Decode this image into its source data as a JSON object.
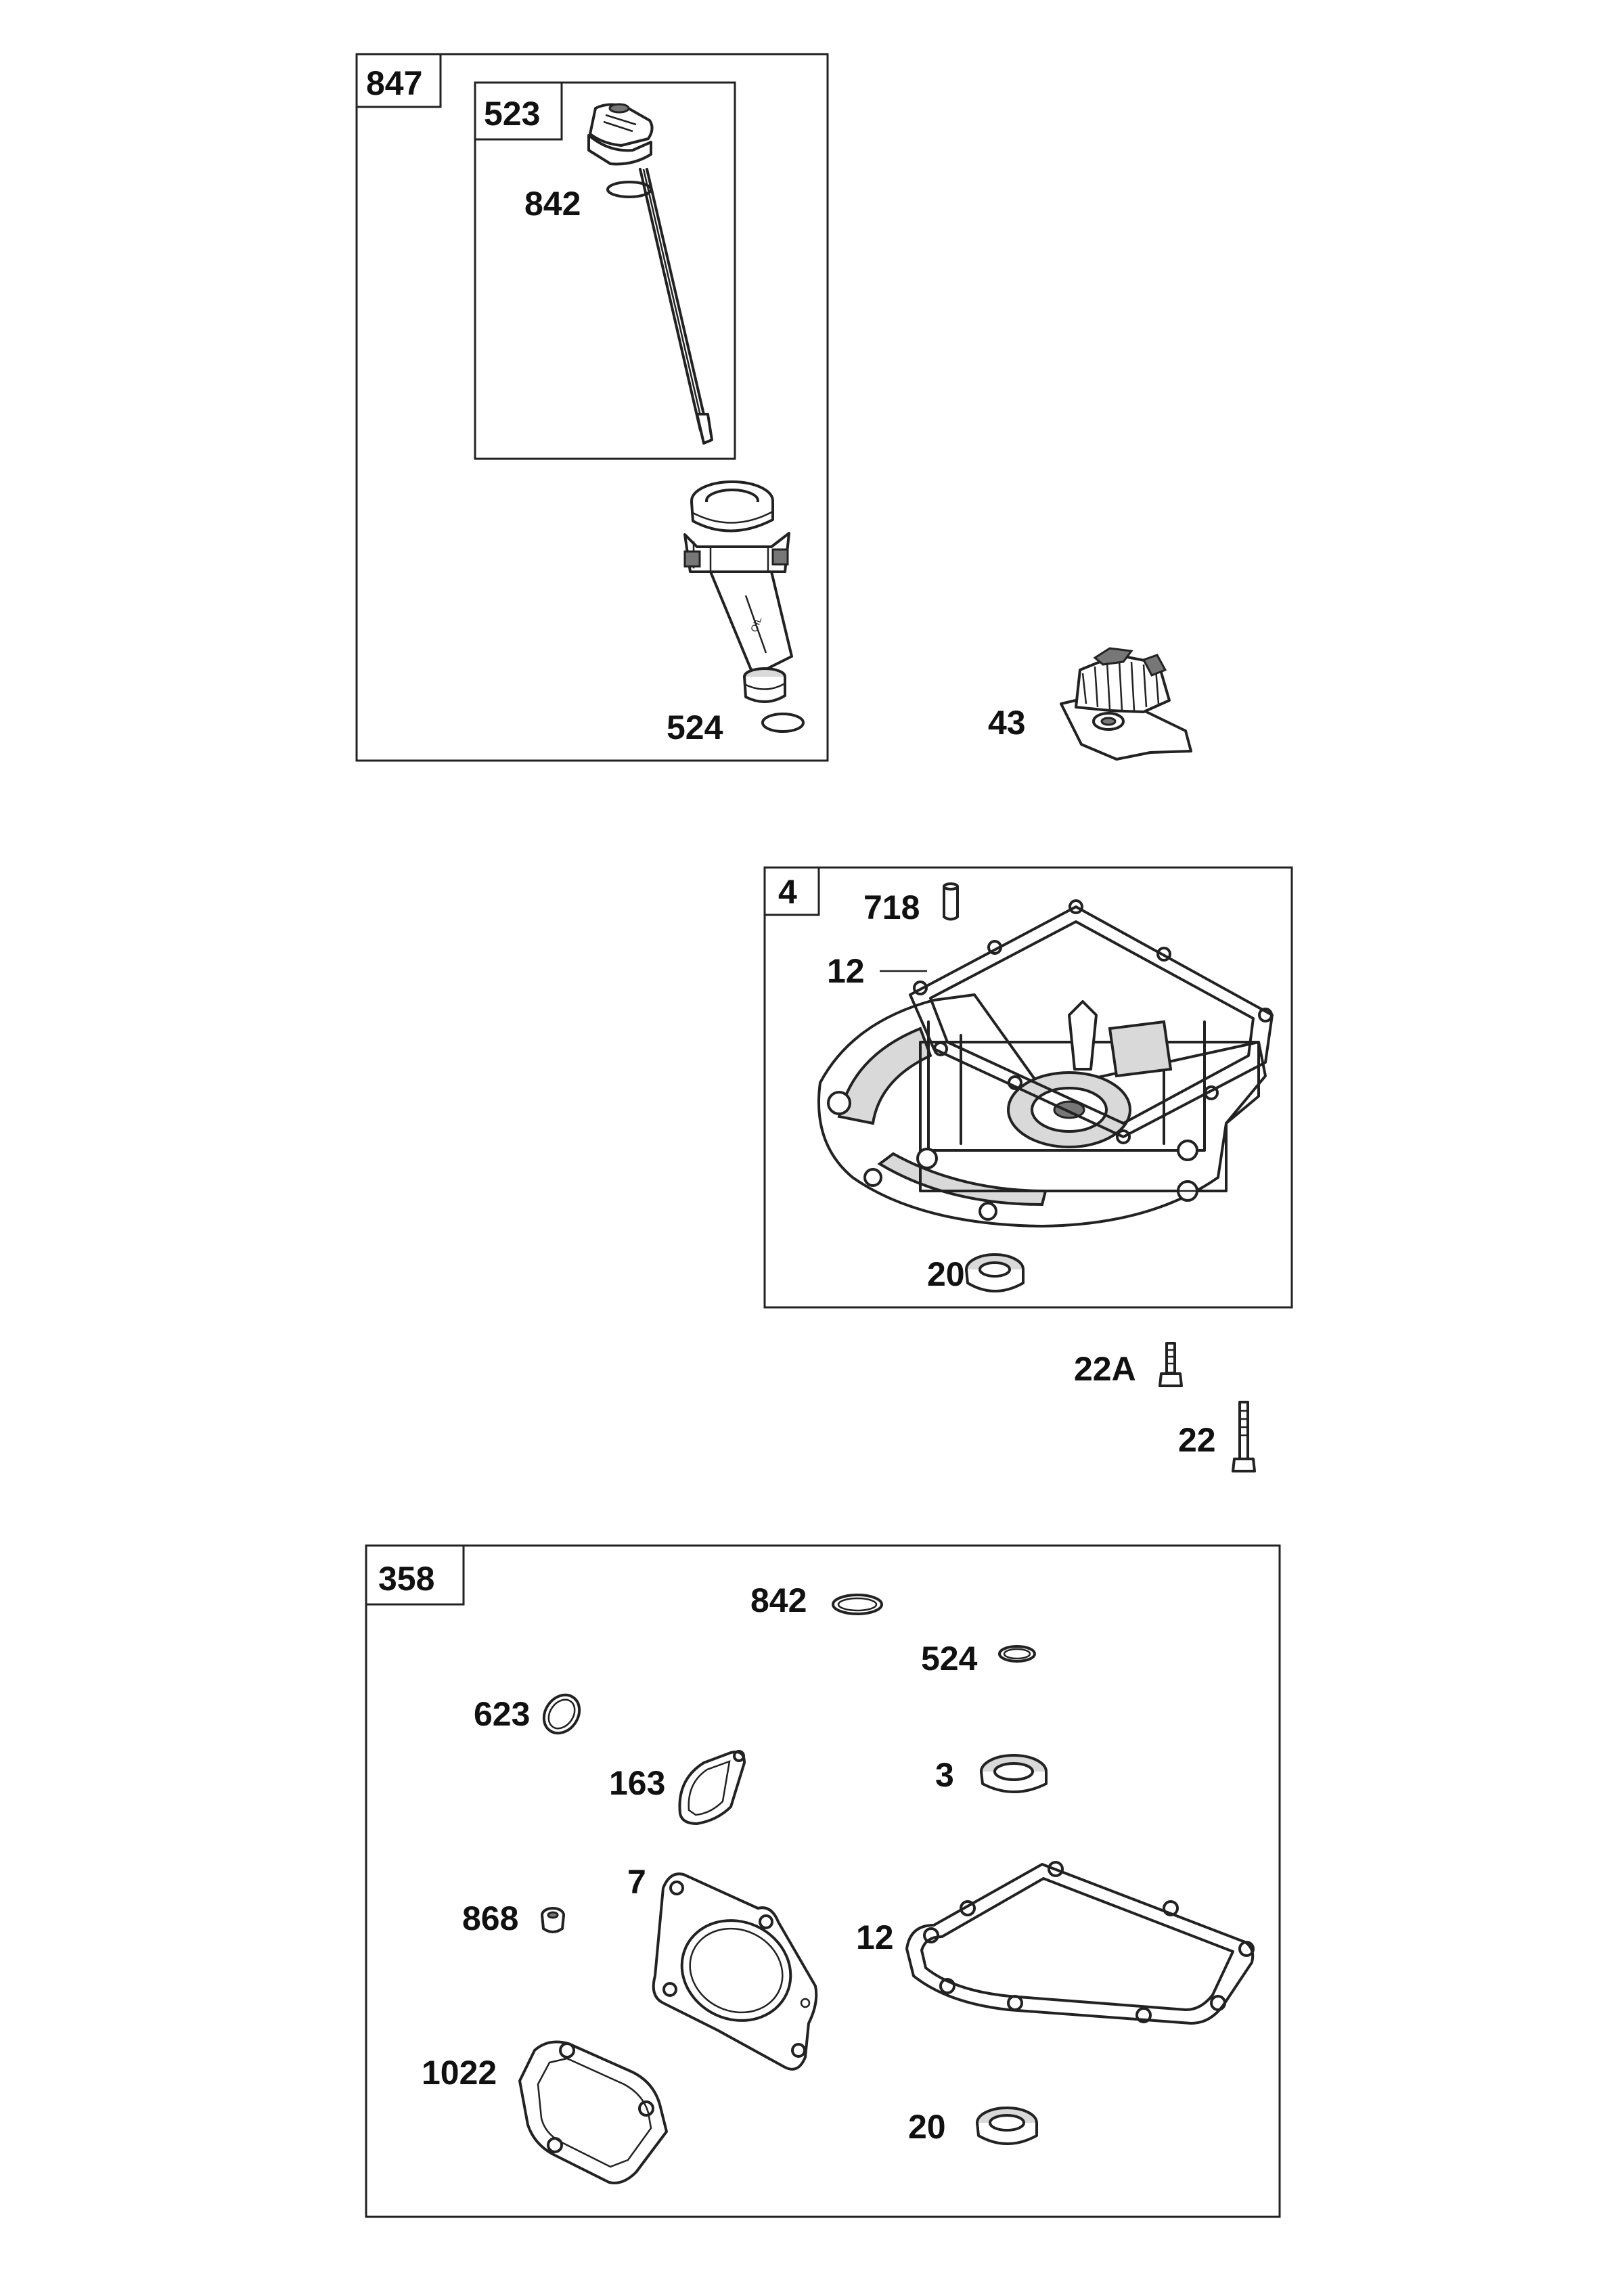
{
  "groups": [
    {
      "id": "847",
      "label": "847"
    },
    {
      "id": "523",
      "label": "523"
    },
    {
      "id": "4",
      "label": "4"
    },
    {
      "id": "358",
      "label": "358"
    }
  ],
  "callouts": {
    "dipstick_oring": "842",
    "tube_oring": "524",
    "governor": "43",
    "dowel_pin": "718",
    "sump_gasket": "12",
    "sump_seal": "20",
    "screw_short": "22A",
    "screw_long": "22",
    "kit_oring_842": "842",
    "kit_oring_524": "524",
    "kit_oring_623": "623",
    "kit_gasket_163": "163",
    "kit_seal_3": "3",
    "kit_plug_868": "868",
    "kit_head_gasket": "7",
    "kit_sump_gasket": "12",
    "kit_cover_gasket": "1022",
    "kit_seal_20": "20"
  },
  "colors": {
    "line": "#222222",
    "background": "#ffffff",
    "shade": "#d9d9d9"
  }
}
